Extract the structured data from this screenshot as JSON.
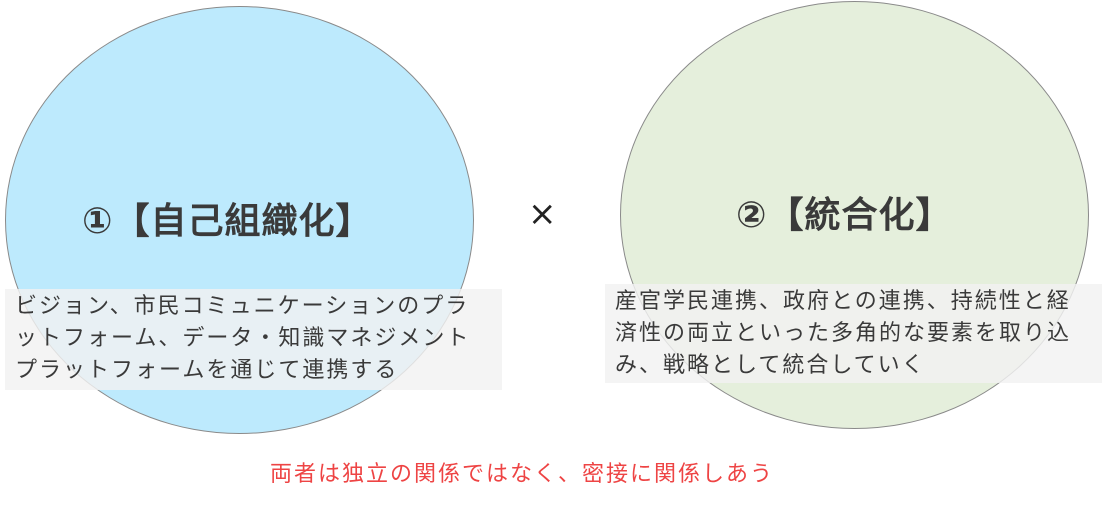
{
  "left": {
    "title": "①【自己組織化】",
    "description": "ビジョン、市民コミュニケーションのプラットフォーム、データ・知識マネジメントプラットフォームを通じて連携する",
    "fill_color": "#bdeafd"
  },
  "operator": "×",
  "right": {
    "title": "②【統合化】",
    "description": "産官学民連携、政府との連携、持続性と経済性の両立といった多角的な要素を取り込み、戦略として統合していく",
    "fill_color": "#e5efdc"
  },
  "caption": {
    "text": "両者は独立の関係ではなく、密接に関係しあう",
    "color": "#ee4444"
  }
}
